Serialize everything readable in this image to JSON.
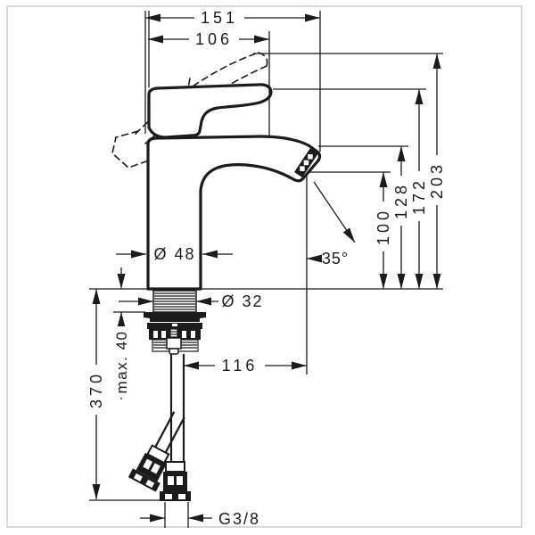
{
  "drawing": {
    "kind": "faucet-dimension-drawing",
    "colors": {
      "line": "#1b1b1b",
      "frame": "#c9ccce",
      "background": "#ffffff"
    },
    "dimensions": {
      "total_width": "151",
      "handle_reach": "106",
      "height_handle_raised": "203",
      "height_total": "172",
      "height_spout": "128",
      "height_outlet": "100",
      "body_diameter": "Ø 48",
      "shank_diameter": "Ø 32",
      "outlet_angle": "35°",
      "spout_reach": "116",
      "below_deck_length": "370",
      "max_mounting_thickness": "max. 40",
      "connection_thread": "G3/8"
    }
  }
}
